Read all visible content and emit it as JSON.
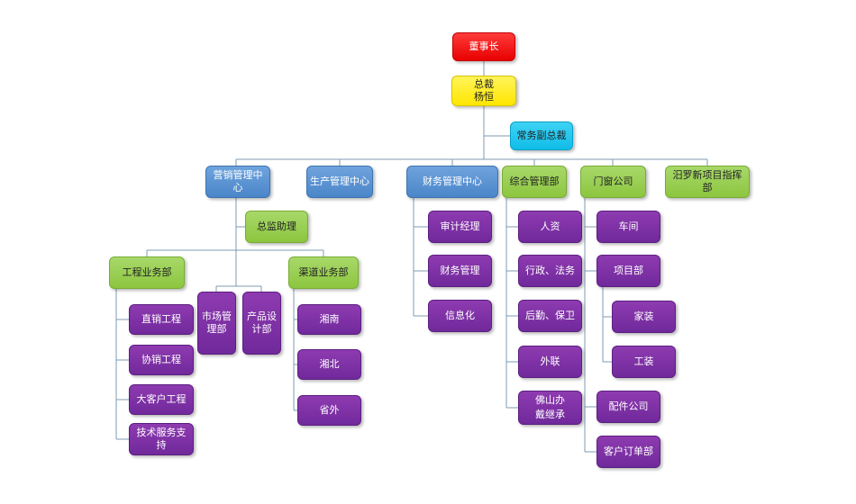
{
  "chairman": "董事长",
  "ceo": {
    "title": "总裁",
    "name": "杨恒"
  },
  "evp": "常务副总裁",
  "centers": {
    "marketing": "营销管理中心",
    "production": "生产管理中心",
    "finance": "财务管理中心",
    "general": "综合管理部",
    "doors": "门窗公司",
    "miluo": "汨罗新项目指挥部"
  },
  "marketing": {
    "director_assistant": "总监助理",
    "engineering": {
      "title": "工程业务部",
      "items": [
        "直销工程",
        "协销工程",
        "大客户工程",
        "技术服务支持"
      ]
    },
    "market_mgmt": "市场管理部",
    "product_design": "产品设计部",
    "channel": {
      "title": "渠道业务部",
      "items": [
        "湘南",
        "湘北",
        "省外"
      ]
    }
  },
  "finance_items": [
    "审计经理",
    "财务管理",
    "信息化"
  ],
  "general_items": [
    "人资",
    "行政、法务",
    "后勤、保卫",
    "外联",
    "佛山办\n戴继承"
  ],
  "doors_items": {
    "workshop": "车间",
    "project_dept": "项目部",
    "home_deco": "家装",
    "engineering": "工装",
    "parts_company": "配件公司",
    "customer_orders": "客户订单部"
  }
}
